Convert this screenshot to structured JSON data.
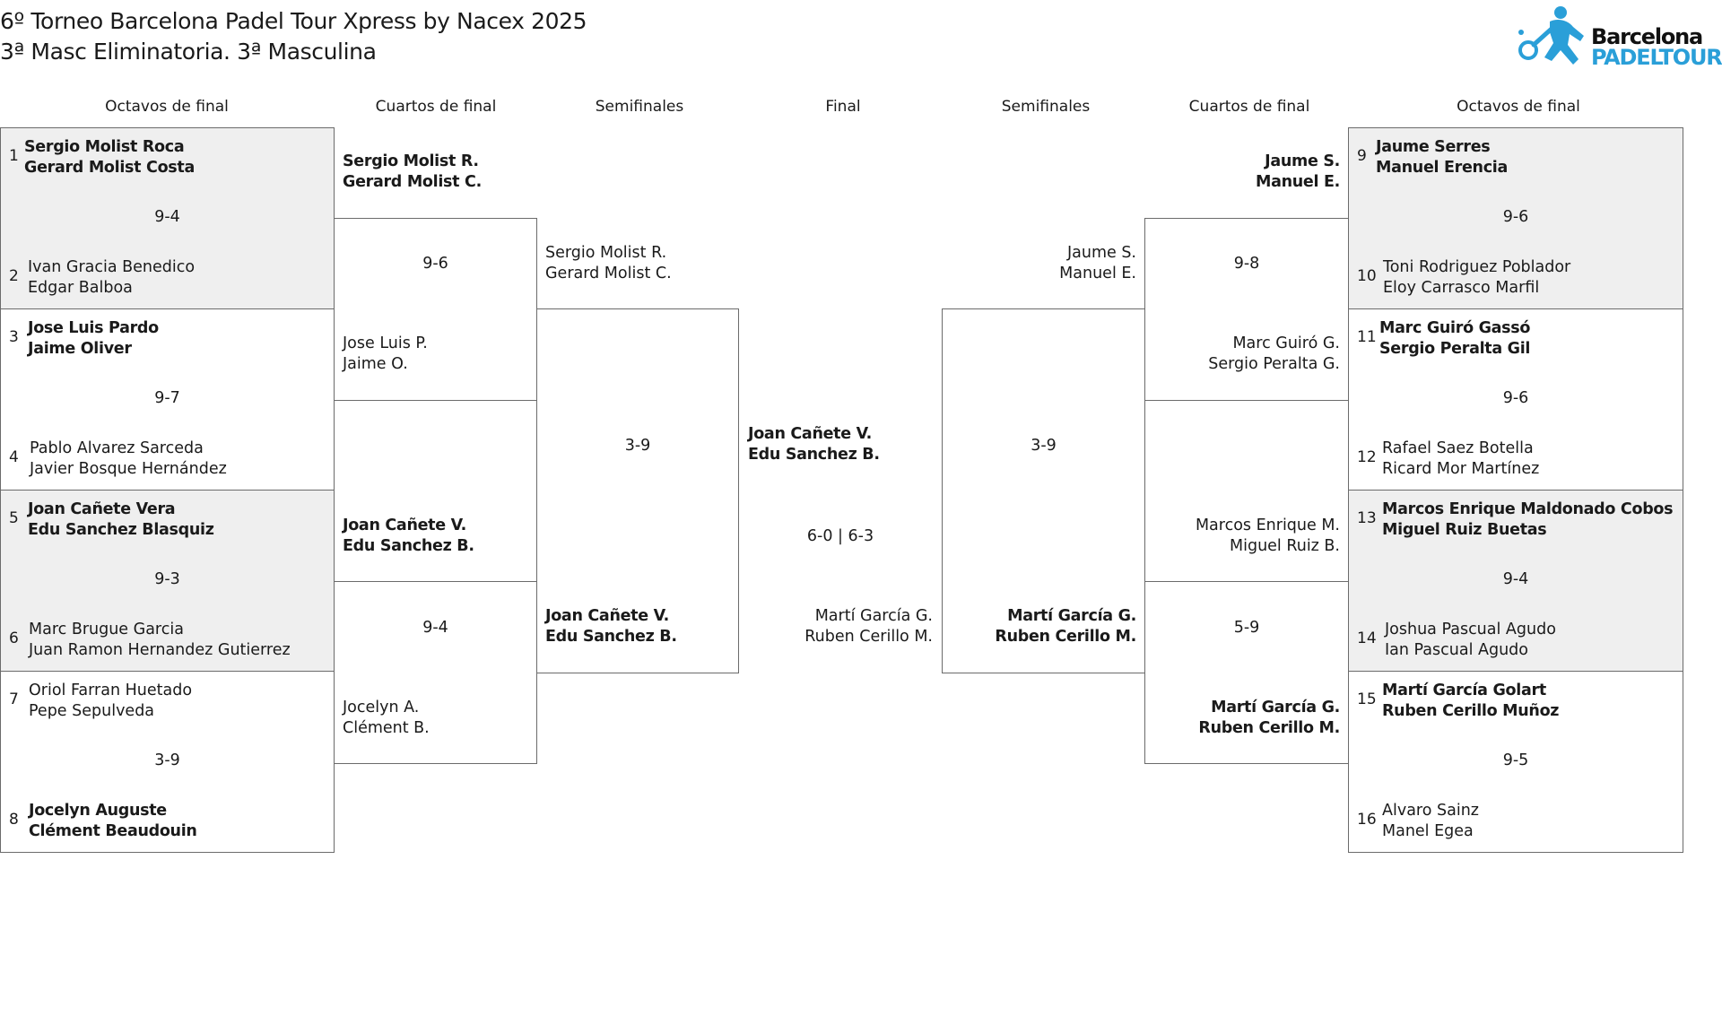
{
  "title": {
    "line1": "6º Torneo Barcelona Padel Tour Xpress by Nacex 2025",
    "line2": "3ª Masc Eliminatoria. 3ª Masculina"
  },
  "logo": {
    "line1": "Barcelona",
    "line2": "PADELTOUR",
    "accent": "#2a9fd8",
    "icon": "padel-player-icon"
  },
  "rounds": {
    "left_r16": "Octavos de final",
    "left_qf": "Cuartos de final",
    "left_sf": "Semifinales",
    "final": "Final",
    "right_sf": "Semifinales",
    "right_qf": "Cuartos de final",
    "right_r16": "Octavos de final"
  },
  "left_r16": [
    {
      "seed_a": "1",
      "a1": "Sergio Molist Roca",
      "a2": "Gerard Molist Costa",
      "score": "9-4",
      "seed_b": "2",
      "b1": "Ivan Gracia Benedico",
      "b2": "Edgar Balboa"
    },
    {
      "seed_a": "3",
      "a1": "Jose Luis Pardo",
      "a2": "Jaime Oliver",
      "score": "9-7",
      "seed_b": "4",
      "b1": "Pablo Alvarez Sarceda",
      "b2": "Javier Bosque Hernández"
    },
    {
      "seed_a": "5",
      "a1": "Joan Cañete Vera",
      "a2": "Edu Sanchez Blasquiz",
      "score": "9-3",
      "seed_b": "6",
      "b1": "Marc Brugue Garcia",
      "b2": "Juan Ramon Hernandez Gutierrez"
    },
    {
      "seed_a": "7",
      "a1": "Oriol Farran Huetado",
      "a2": "Pepe Sepulveda",
      "score": "3-9",
      "seed_b": "8",
      "b1": "Jocelyn Auguste",
      "b2": "Clément Beaudouin"
    }
  ],
  "left_qf": [
    {
      "a1": "Sergio Molist R.",
      "a2": "Gerard Molist C.",
      "score": "9-6",
      "b1": "Jose Luis P.",
      "b2": "Jaime O."
    },
    {
      "a1": "Joan Cañete V.",
      "a2": "Edu Sanchez B.",
      "score": "9-4",
      "b1": "Jocelyn A.",
      "b2": "Clément B."
    }
  ],
  "left_sf": {
    "a1": "Sergio Molist R.",
    "a2": "Gerard Molist C.",
    "score": "3-9",
    "b1": "Joan Cañete V.",
    "b2": "Edu Sanchez B."
  },
  "final": {
    "w1": "Joan Cañete V.",
    "w2": "Edu Sanchez B.",
    "score": "6-0 | 6-3",
    "l1": "Martí García G.",
    "l2": "Ruben Cerillo M."
  },
  "right_sf": {
    "a1": "Jaume S.",
    "a2": "Manuel E.",
    "score": "3-9",
    "b1": "Martí García G.",
    "b2": "Ruben Cerillo M."
  },
  "right_qf": [
    {
      "a1": "Jaume S.",
      "a2": "Manuel E.",
      "score": "9-8",
      "b1": "Marc Guiró G.",
      "b2": "Sergio Peralta G."
    },
    {
      "a1": "Marcos Enrique M.",
      "a2": "Miguel Ruiz B.",
      "score": "5-9",
      "b1": "Martí García G.",
      "b2": "Ruben Cerillo M."
    }
  ],
  "right_r16": [
    {
      "seed_a": "9",
      "a1": "Jaume Serres",
      "a2": "Manuel Erencia",
      "score": "9-6",
      "seed_b": "10",
      "b1": "Toni Rodriguez Poblador",
      "b2": "Eloy Carrasco Marfil"
    },
    {
      "seed_a": "11",
      "a1": "Marc Guiró Gassó",
      "a2": "Sergio Peralta Gil",
      "score": "9-6",
      "seed_b": "12",
      "b1": "Rafael Saez Botella",
      "b2": "Ricard Mor Martínez"
    },
    {
      "seed_a": "13",
      "a1": "Marcos Enrique Maldonado Cobos",
      "a2": "Miguel Ruiz Buetas",
      "score": "9-4",
      "seed_b": "14",
      "b1": "Joshua Pascual Agudo",
      "b2": "Ian Pascual Agudo"
    },
    {
      "seed_a": "15",
      "a1": "Martí García Golart",
      "a2": "Ruben Cerillo Muñoz",
      "score": "9-5",
      "seed_b": "16",
      "b1": "Alvaro Sainz",
      "b2": "Manel Egea"
    }
  ]
}
